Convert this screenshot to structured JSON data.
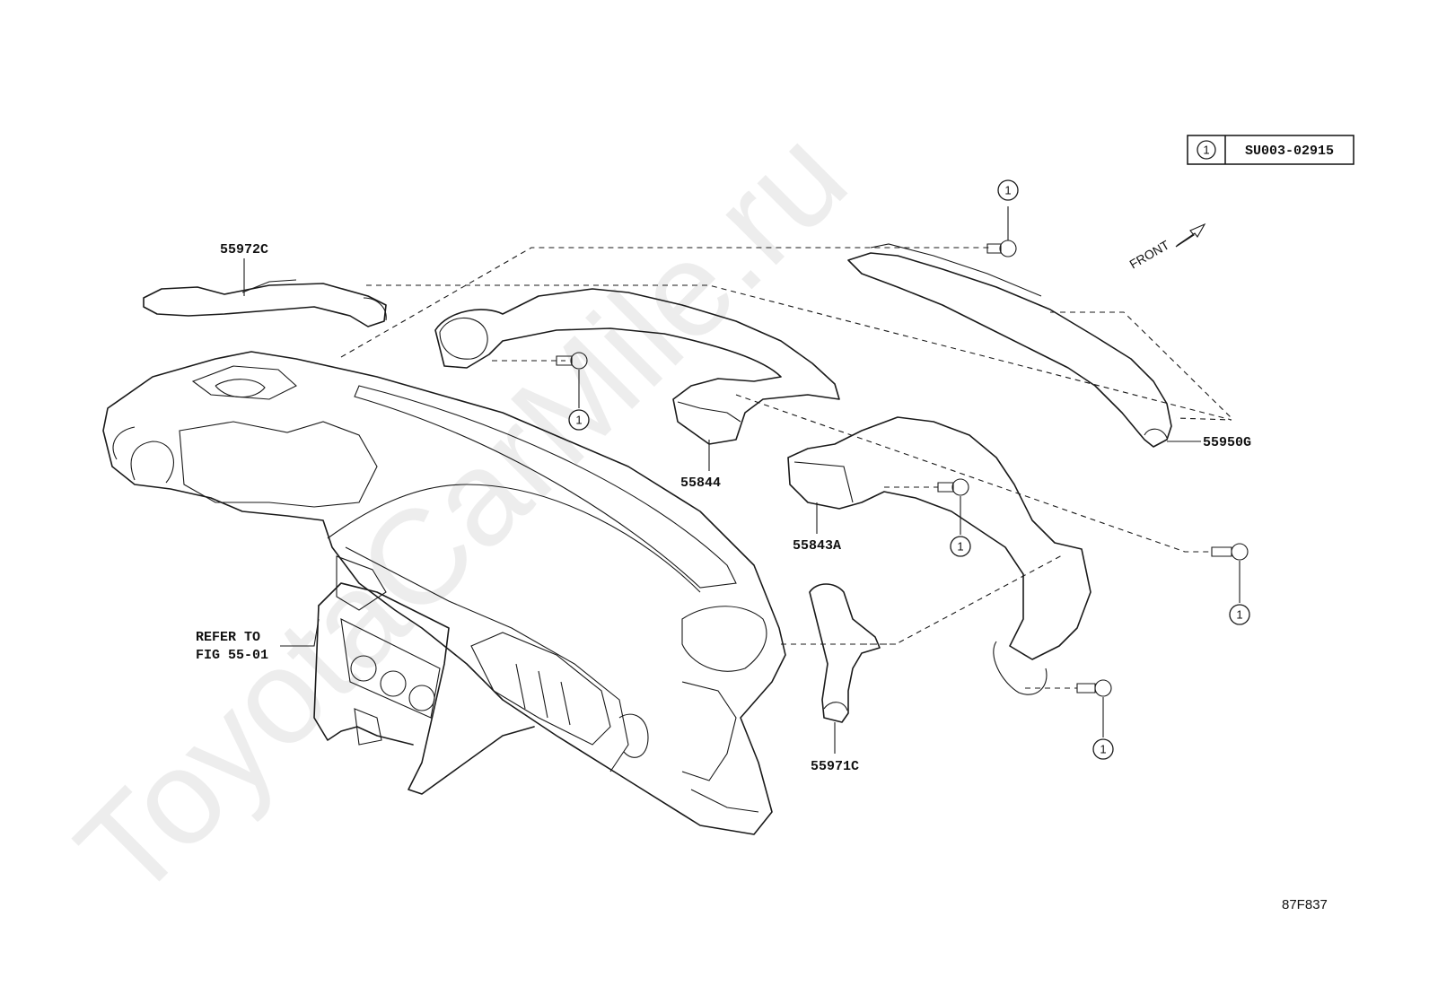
{
  "watermark": "ToyotaCarMile.ru",
  "legend": {
    "callout": "1",
    "part_number": "SU003-02915"
  },
  "front_label": "FRONT",
  "figure_code": "87F837",
  "refer_note": {
    "line1": "REFER TO",
    "line2": "FIG 55-01"
  },
  "parts": {
    "p55972C": "55972C",
    "p55844": "55844",
    "p55843A": "55843A",
    "p55971C": "55971C",
    "p55950G": "55950G"
  },
  "fastener_callout": "1"
}
